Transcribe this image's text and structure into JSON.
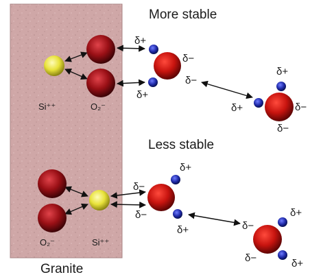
{
  "headings": {
    "more_stable": "More stable",
    "less_stable": "Less stable"
  },
  "granite": {
    "label": "Granite",
    "fill_color": "#cfa7a7"
  },
  "atom_labels": {
    "si_top": "Si⁺⁺",
    "o2_top": "O₂⁻",
    "o2_bottom": "O₂⁻",
    "si_bottom": "Si⁺⁺"
  },
  "charges": {
    "delta_plus": "δ+",
    "delta_minus": "δ−"
  },
  "colors": {
    "silicon": "#e8e23a",
    "oxygen": "#b3121b",
    "water_oxygen": "#d11a1a",
    "hydrogen": "#1f2aa8"
  }
}
